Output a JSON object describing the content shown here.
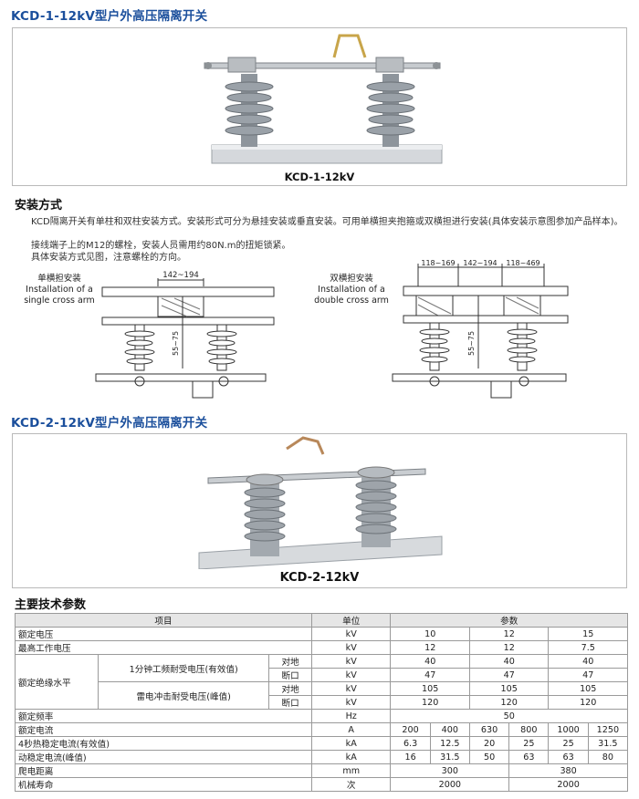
{
  "section1": {
    "title": "KCD-1-12kV型户外高压隔离开关",
    "caption": "KCD-1-12kV"
  },
  "install": {
    "heading": "安装方式",
    "para1": "KCD隔离开关有单柱和双柱安装方式。安装形式可分为悬挂安装或垂直安装。可用单横担夹抱箍或双横担进行安装(具体安装示意图参加产品样本)。",
    "para2": "接线端子上的M12的螺栓，安装人员需用约80N.m的扭矩锁紧。",
    "para3": "具体安装方式见图，注意螺栓的方向。",
    "single": {
      "cn": "单横担安装",
      "en1": "Installation of a",
      "en2": "single cross arm",
      "dim_top": "142~194",
      "dim_side": "55~75"
    },
    "double": {
      "cn": "双横担安装",
      "en1": "Installation of a",
      "en2": "double cross arm",
      "dim_a": "118~169",
      "dim_b": "142~194",
      "dim_c": "118~469",
      "dim_side": "55~75"
    }
  },
  "section2": {
    "title": "KCD-2-12kV型户外高压隔离开关",
    "caption": "KCD-2-12kV"
  },
  "specs": {
    "heading": "主要技术参数",
    "header": {
      "item": "项目",
      "unit": "单位",
      "params": "参数"
    },
    "rated_voltage": {
      "label": "额定电压",
      "unit": "kV",
      "v": [
        "10",
        "12",
        "15"
      ]
    },
    "max_voltage": {
      "label": "最高工作电压",
      "unit": "kV",
      "v": [
        "12",
        "12",
        "7.5"
      ]
    },
    "insulation": {
      "label": "额定绝缘水平",
      "pf_label": "1分钟工频耐受电压(有效值)",
      "li_label": "雷电冲击耐受电压(峰值)",
      "ground": "对地",
      "break": "断口",
      "unit": "kV",
      "pf_ground": [
        "40",
        "40",
        "40"
      ],
      "pf_break": [
        "47",
        "47",
        "47"
      ],
      "li_ground": [
        "105",
        "105",
        "105"
      ],
      "li_break": [
        "120",
        "120",
        "120"
      ]
    },
    "freq": {
      "label": "额定频率",
      "unit": "Hz",
      "v": "50"
    },
    "current": {
      "label": "额定电流",
      "unit": "A",
      "v": [
        "200",
        "400",
        "630",
        "800",
        "1000",
        "1250"
      ]
    },
    "thermal": {
      "label": "4秒热稳定电流(有效值)",
      "unit": "kA",
      "v": [
        "6.3",
        "12.5",
        "20",
        "25",
        "25",
        "31.5"
      ]
    },
    "dynamic": {
      "label": "动稳定电流(峰值)",
      "unit": "kA",
      "v": [
        "16",
        "31.5",
        "50",
        "63",
        "63",
        "80"
      ]
    },
    "creepage": {
      "label": "爬电距离",
      "unit": "mm",
      "v": [
        "300",
        "380"
      ]
    },
    "life": {
      "label": "机械寿命",
      "unit": "次",
      "v": [
        "2000",
        "2000"
      ]
    }
  }
}
